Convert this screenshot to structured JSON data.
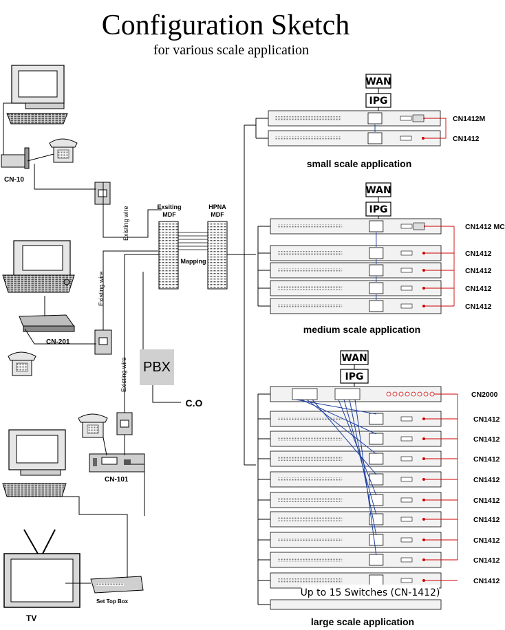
{
  "title": "Configuration Sketch",
  "subtitle": "for various scale application",
  "labels": {
    "cn10": "CN-10",
    "cn201": "CN-201",
    "cn101": "CN-101",
    "tv": "TV",
    "set_top_box": "Set Top Box",
    "existing_wire": "Existing wire",
    "exsiting_mdf_1": "Exsiting",
    "exsiting_mdf_2": "MDF",
    "hpna_mdf_1": "HPNA",
    "hpna_mdf_2": "MDF",
    "mapping": "Mapping",
    "pbx": "PBX",
    "co": "C.O"
  },
  "small": {
    "wan": "WAN",
    "ipg": "IPG",
    "units": [
      "CN1412M",
      "CN1412"
    ],
    "caption": "small scale application"
  },
  "medium": {
    "wan": "WAN",
    "ipg": "IPG",
    "units": [
      "CN1412 MC",
      "CN1412",
      "CN1412",
      "CN1412",
      "CN1412"
    ],
    "caption": "medium scale application"
  },
  "large": {
    "wan": "WAN",
    "ipg": "IPG",
    "units": [
      "CN2000",
      "CN1412",
      "CN1412",
      "CN1412",
      "CN1412",
      "CN1412",
      "CN1412",
      "CN1412",
      "CN1412",
      "CN1412"
    ],
    "note": "Up to 15 Switches (CN-1412)",
    "caption": "large scale application"
  }
}
